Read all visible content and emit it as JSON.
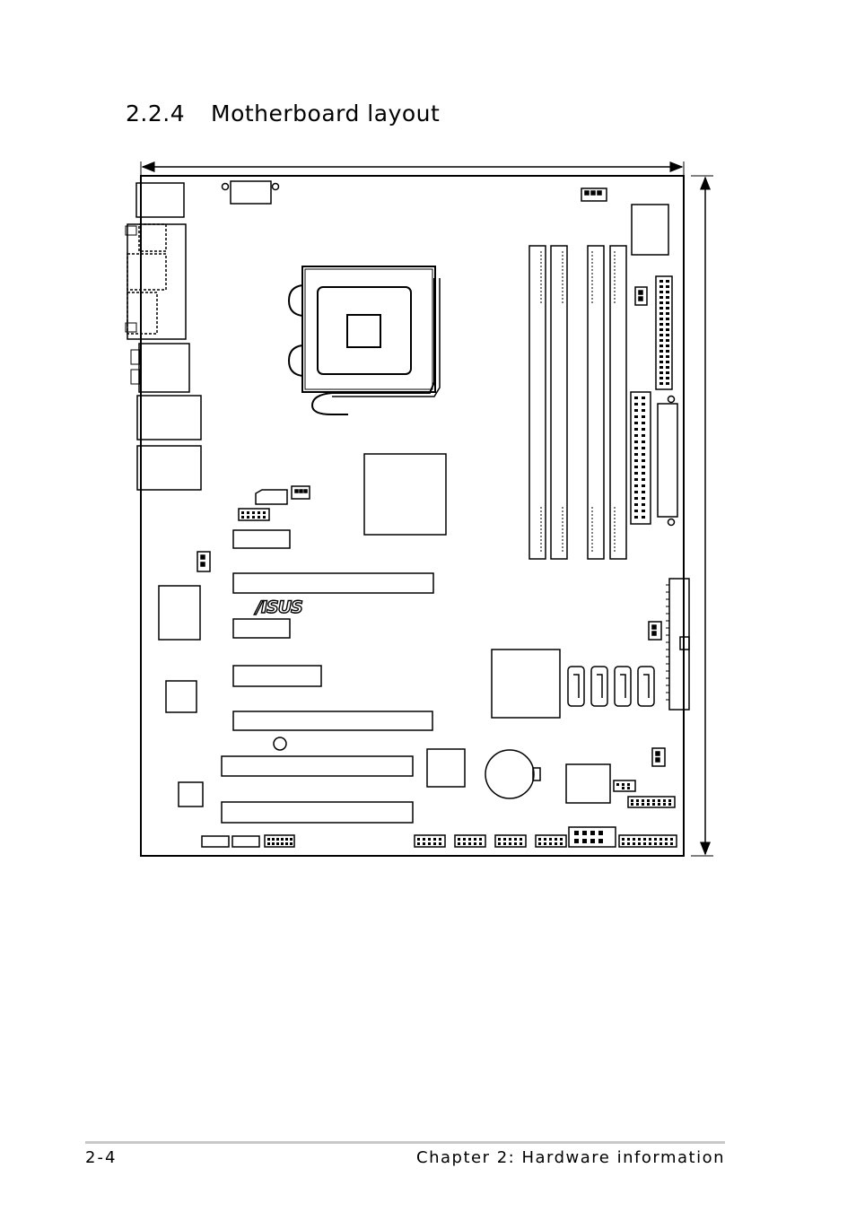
{
  "section": {
    "number": "2.2.4",
    "title": "Motherboard layout"
  },
  "diagram": {
    "logo_text": "/ISUS"
  },
  "footer": {
    "page_number": "2-4",
    "chapter": "Chapter 2: Hardware information"
  }
}
